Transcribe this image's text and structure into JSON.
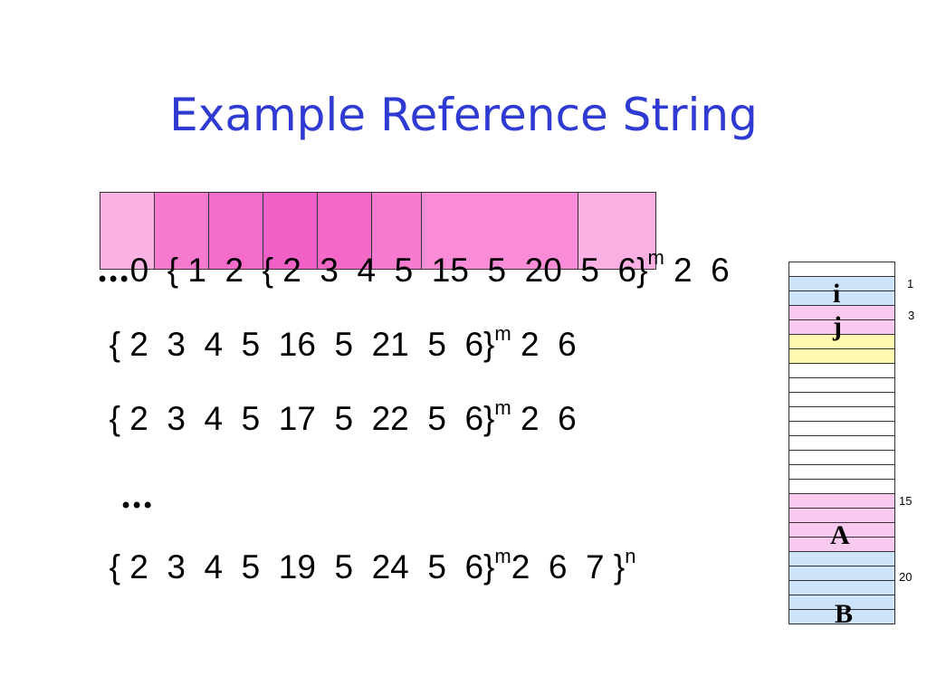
{
  "title": "Example Reference String",
  "rows": [
    {
      "lead": "…",
      "text": "0  { 1  2  { 2  3  4  5  15  5  20  5  6}",
      "sup": "m",
      "tail": " 2  6"
    },
    {
      "lead": "",
      "text": "{ 2  3  4  5  16  5  21  5  6}",
      "sup": "m",
      "tail": " 2  6"
    },
    {
      "lead": "",
      "text": "{ 2  3  4  5  17  5  22  5  6}",
      "sup": "m",
      "tail": " 2  6"
    },
    {
      "lead": "…",
      "text": "",
      "sup": "",
      "tail": ""
    },
    {
      "lead": "",
      "text": "{ 2  3  4  5  19  5  24  5  6}",
      "sup": "m",
      "tail": "2  6  7 }",
      "sup2": "n"
    }
  ],
  "windows": [
    {
      "color": "#f9b2e2"
    },
    {
      "color": "#f57ad0"
    },
    {
      "color": "#f36cca"
    },
    {
      "color": "#f060c6"
    },
    {
      "color": "#f468c8"
    },
    {
      "color": "#f57ad0"
    },
    {
      "color": "#f98bd7"
    },
    {
      "color": "#fbb0e3"
    }
  ],
  "memory": {
    "labels": {
      "i": "i",
      "j": "j",
      "A": "A",
      "B": "B"
    },
    "indices": {
      "one": "1",
      "three": "3",
      "fifteen": "15",
      "twenty": "20"
    },
    "cells": [
      "#ffffff",
      "#cde3fa",
      "#cde3fa",
      "#f9c9f0",
      "#f9c9f0",
      "#fffab0",
      "#fffab0",
      "#ffffff",
      "#ffffff",
      "#ffffff",
      "#ffffff",
      "#ffffff",
      "#ffffff",
      "#ffffff",
      "#ffffff",
      "#ffffff",
      "#f9c9f0",
      "#f9c9f0",
      "#f9c9f0",
      "#f9c9f0",
      "#cde3fa",
      "#cde3fa",
      "#cde3fa",
      "#cde3fa",
      "#cde3fa"
    ]
  }
}
